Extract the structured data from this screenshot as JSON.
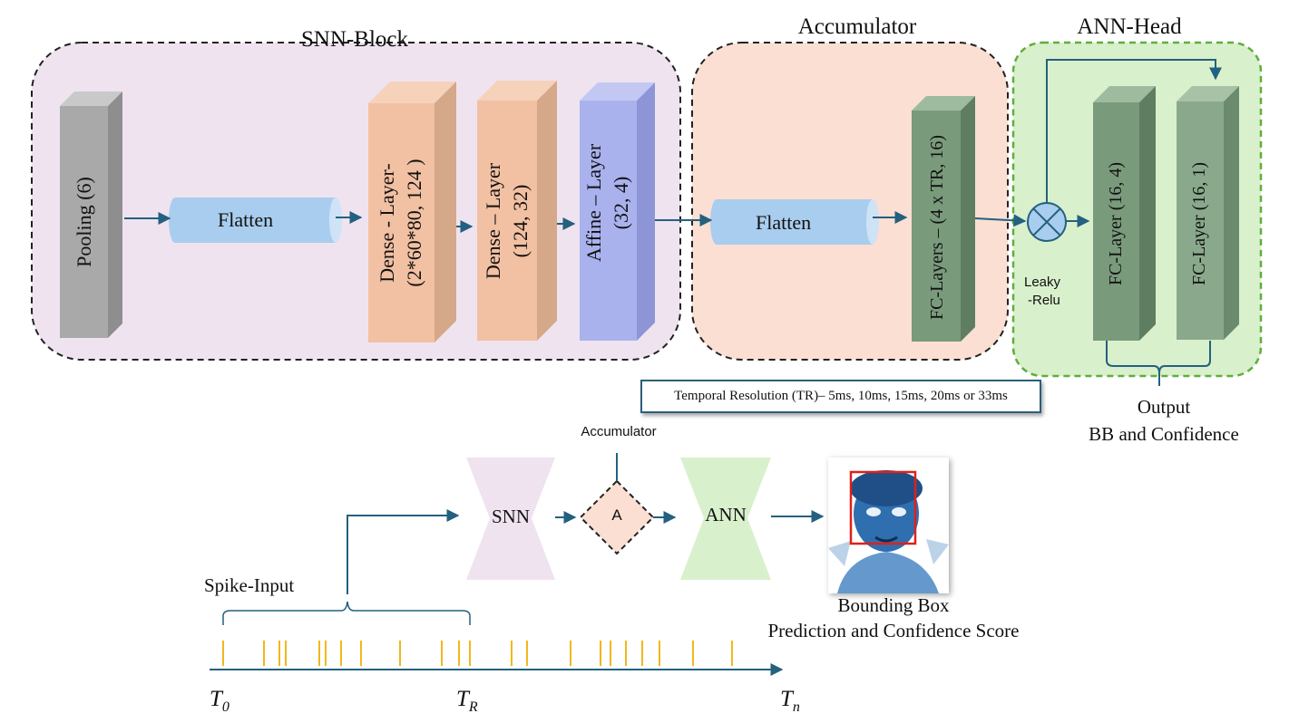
{
  "blocks": {
    "snn_title": "SNN-Block",
    "accumulator_title": "Accumulator",
    "ann_title": "ANN-Head"
  },
  "layers": {
    "pooling": "Pooling (6)",
    "flatten1": "Flatten",
    "dense1_line1": "Dense - Layer-",
    "dense1_line2": "(2*60*80, 124 )",
    "dense2_line1": "Dense – Layer",
    "dense2_line2": "(124, 32)",
    "affine_line1": "Affine – Layer",
    "affine_line2": "(32, 4)",
    "flatten2": "Flatten",
    "fc_layers": "FC-Layers – (4 x TR, 16)",
    "fc1": "FC-Layer (16, 4)",
    "fc2": "FC-Layer (16, 1)"
  },
  "activation": {
    "line1": "Leaky",
    "line2": "-Relu"
  },
  "temporal_resolution": "Temporal Resolution (TR)– 5ms, 10ms, 15ms, 20ms or 33ms",
  "output": {
    "line1": "Output",
    "line2": "BB and Confidence"
  },
  "pipeline": {
    "accumulator_label": "Accumulator",
    "snn": "SNN",
    "a": "A",
    "ann": "ANN",
    "spike_input": "Spike-Input",
    "bbox_line1": "Bounding Box",
    "bbox_line2": "Prediction and Confidence Score"
  },
  "timeline": {
    "t0": "T",
    "t0_sub": "0",
    "tr": "T",
    "tr_sub": "R",
    "tn": "T",
    "tn_sub": "n"
  },
  "colors": {
    "snn_bg": "#efe3f0",
    "acc_bg": "#fbdfd3",
    "ann_bg": "#d9f0cc",
    "ann_border": "#5fae3d",
    "arrow": "#24607f",
    "spike": "#f2b71c"
  }
}
